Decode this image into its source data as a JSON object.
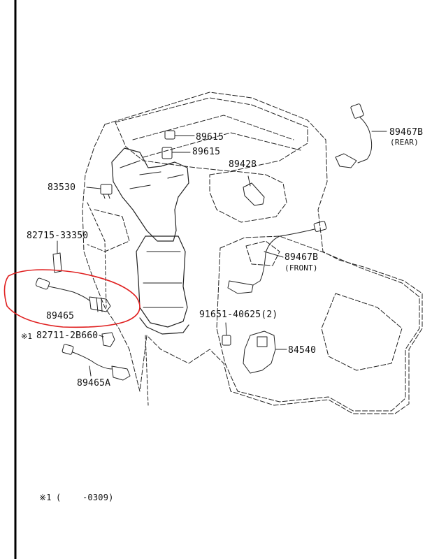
{
  "labels": {
    "p89615_a": "89615",
    "p89615_b": "89615",
    "p89428": "89428",
    "p83530": "83530",
    "p89467b_rear": "89467B",
    "rear": "(REAR)",
    "p82715": "82715-33350",
    "p89467b_front": "89467B",
    "front": "(FRONT)",
    "p89465": "89465",
    "p91651": "91651-40625(2)",
    "p82711": "82711-2B660",
    "mark": "※1",
    "p84540": "84540",
    "p89465a": "89465A",
    "foot_mark": "※1",
    "foot_open": "(",
    "foot_range": "-0309)"
  },
  "colors": {
    "ink": "#111111",
    "highlight": "#e02020",
    "border": "#000000"
  }
}
